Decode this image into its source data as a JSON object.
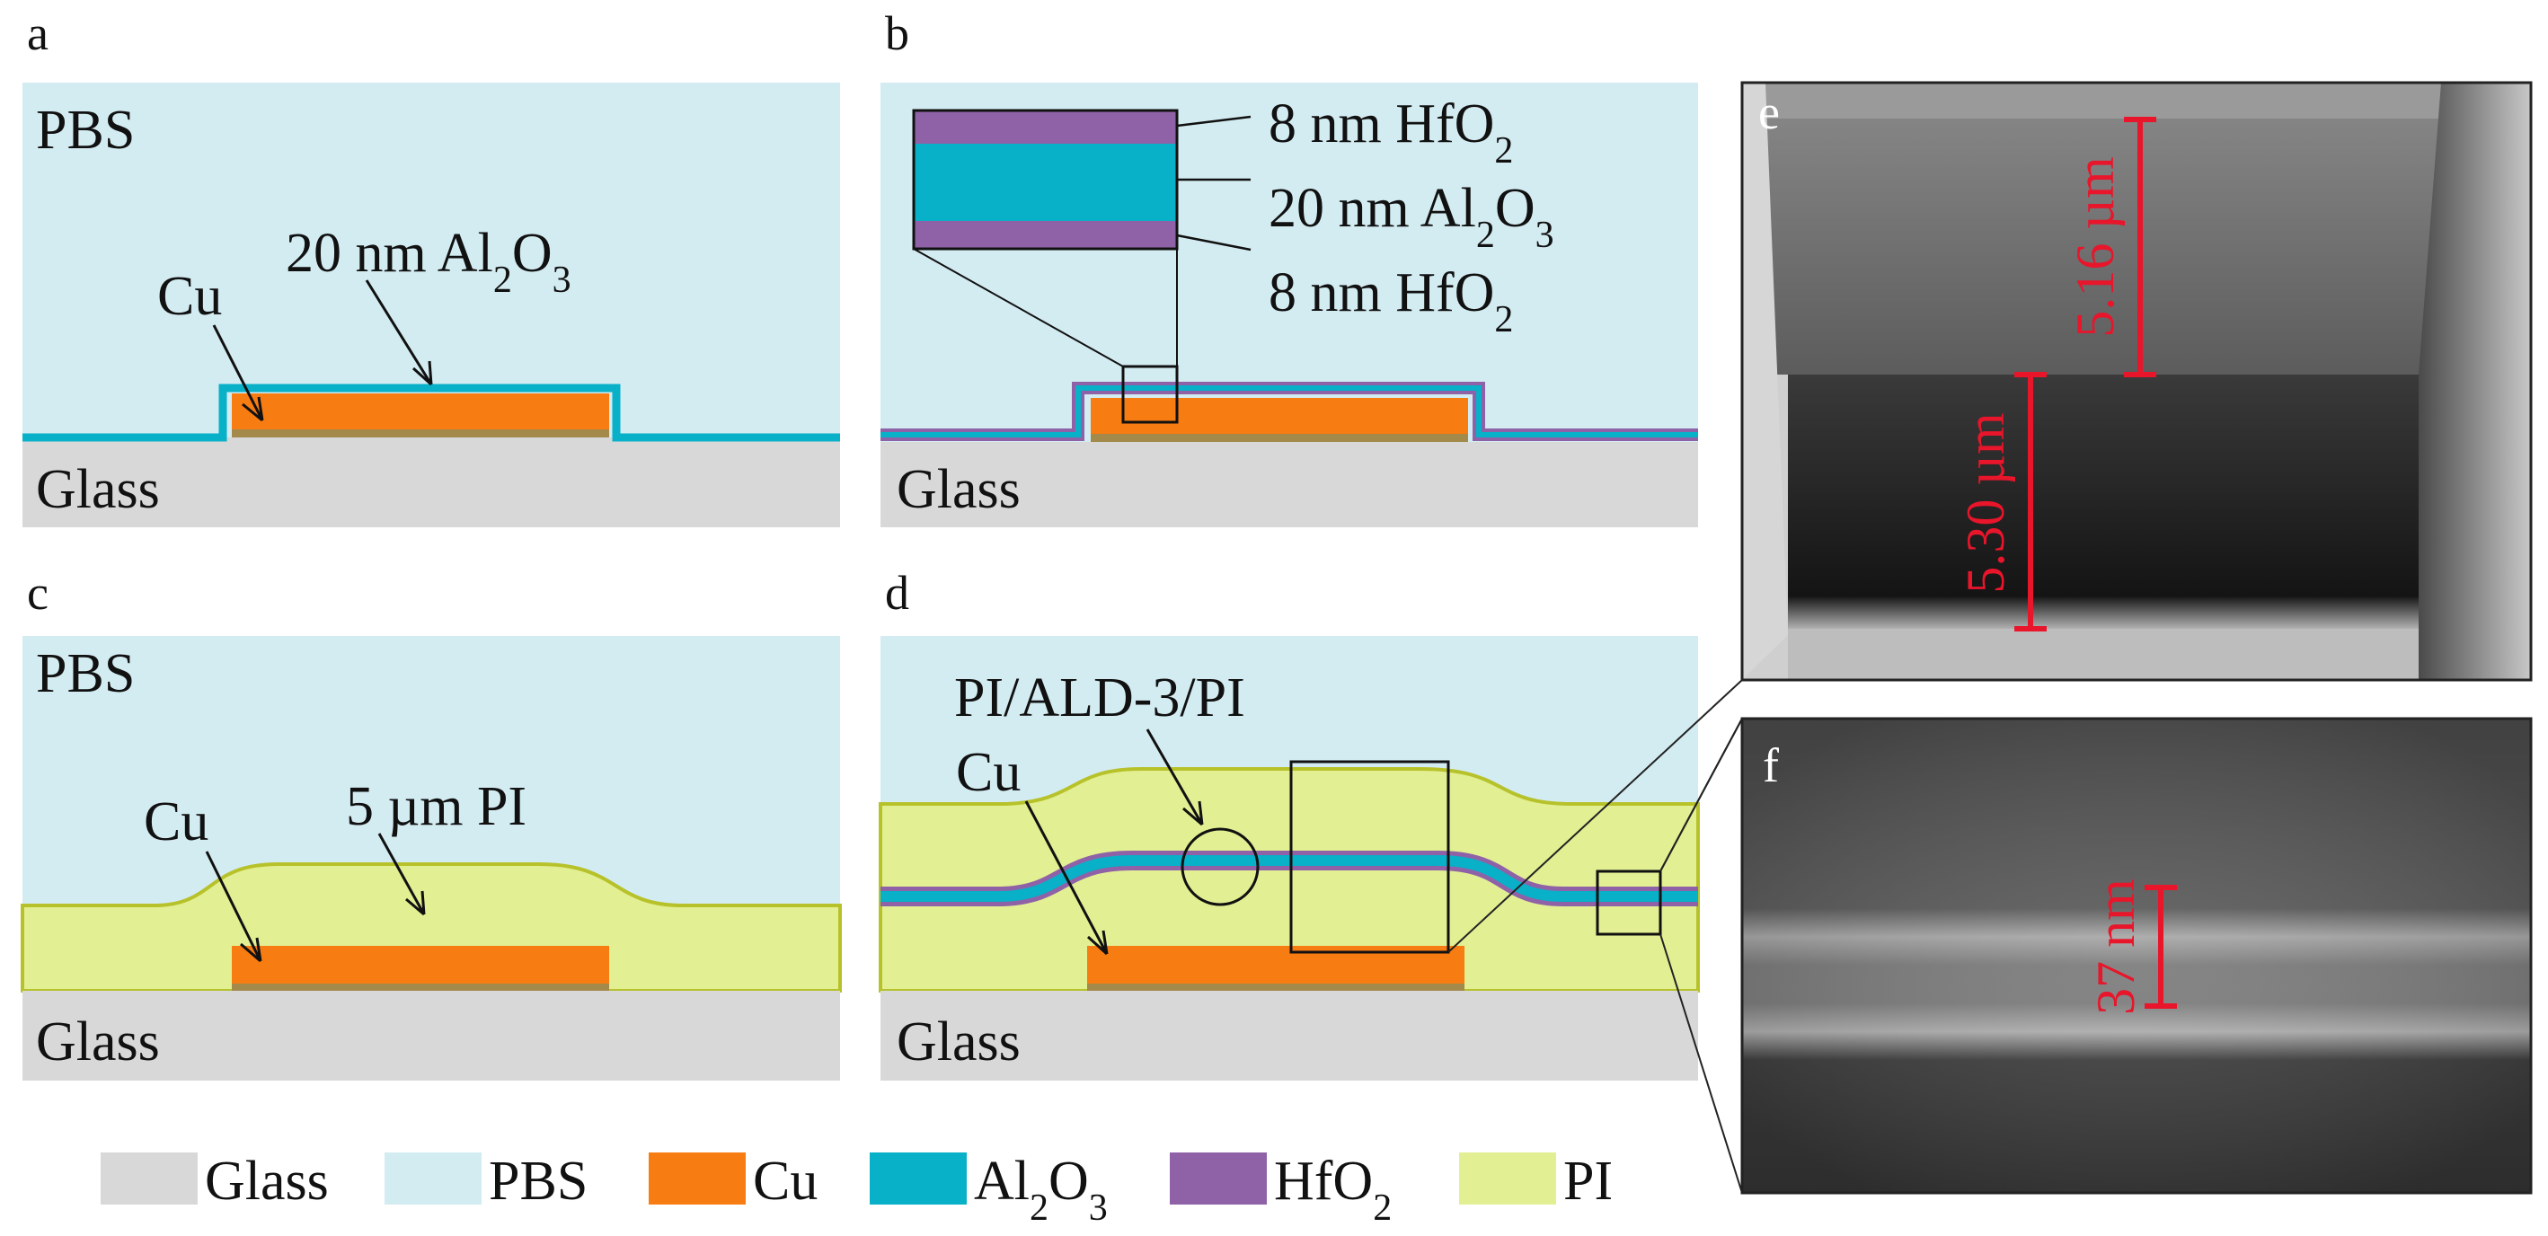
{
  "colors": {
    "glass": "#d8d8d8",
    "pbs": "#d3ecf2",
    "cu": "#f77c12",
    "al2o3": "#08b0c8",
    "hfo2": "#8f62a8",
    "pi": "#e2ef92",
    "pi_edge": "#b7c22a",
    "cu_base": "#a38a4a",
    "measure": "#e8152b"
  },
  "panels": {
    "a": {
      "letter": "a",
      "pbs": "PBS",
      "glass": "Glass",
      "cu": "Cu",
      "al2o3_label": {
        "prefix": "20 nm Al",
        "sub1": "2",
        "mid": "O",
        "sub2": "3"
      }
    },
    "b": {
      "letter": "b",
      "glass": "Glass",
      "hfo2_top": {
        "prefix": "8 nm HfO",
        "sub": "2"
      },
      "al2o3_mid": {
        "prefix": "20 nm Al",
        "sub1": "2",
        "mid": "O",
        "sub2": "3"
      },
      "hfo2_bottom": {
        "prefix": "8 nm HfO",
        "sub": "2"
      }
    },
    "c": {
      "letter": "c",
      "pbs": "PBS",
      "glass": "Glass",
      "cu": "Cu",
      "pi_label": "5 µm PI"
    },
    "d": {
      "letter": "d",
      "glass": "Glass",
      "cu": "Cu",
      "stack_label": "PI/ALD-3/PI"
    },
    "e": {
      "letter": "e",
      "top_measure": "5.16 µm",
      "bottom_measure": "5.30 µm"
    },
    "f": {
      "letter": "f",
      "measure": "37 nm"
    }
  },
  "legend": [
    {
      "key": "glass",
      "label": "Glass"
    },
    {
      "key": "pbs",
      "label": "PBS"
    },
    {
      "key": "cu",
      "label": "Cu"
    },
    {
      "key": "al2o3",
      "label": "Al",
      "sub1": "2",
      "mid": "O",
      "sub2": "3"
    },
    {
      "key": "hfo2",
      "label": "HfO",
      "sub1": "2"
    },
    {
      "key": "pi",
      "label": "PI"
    }
  ]
}
